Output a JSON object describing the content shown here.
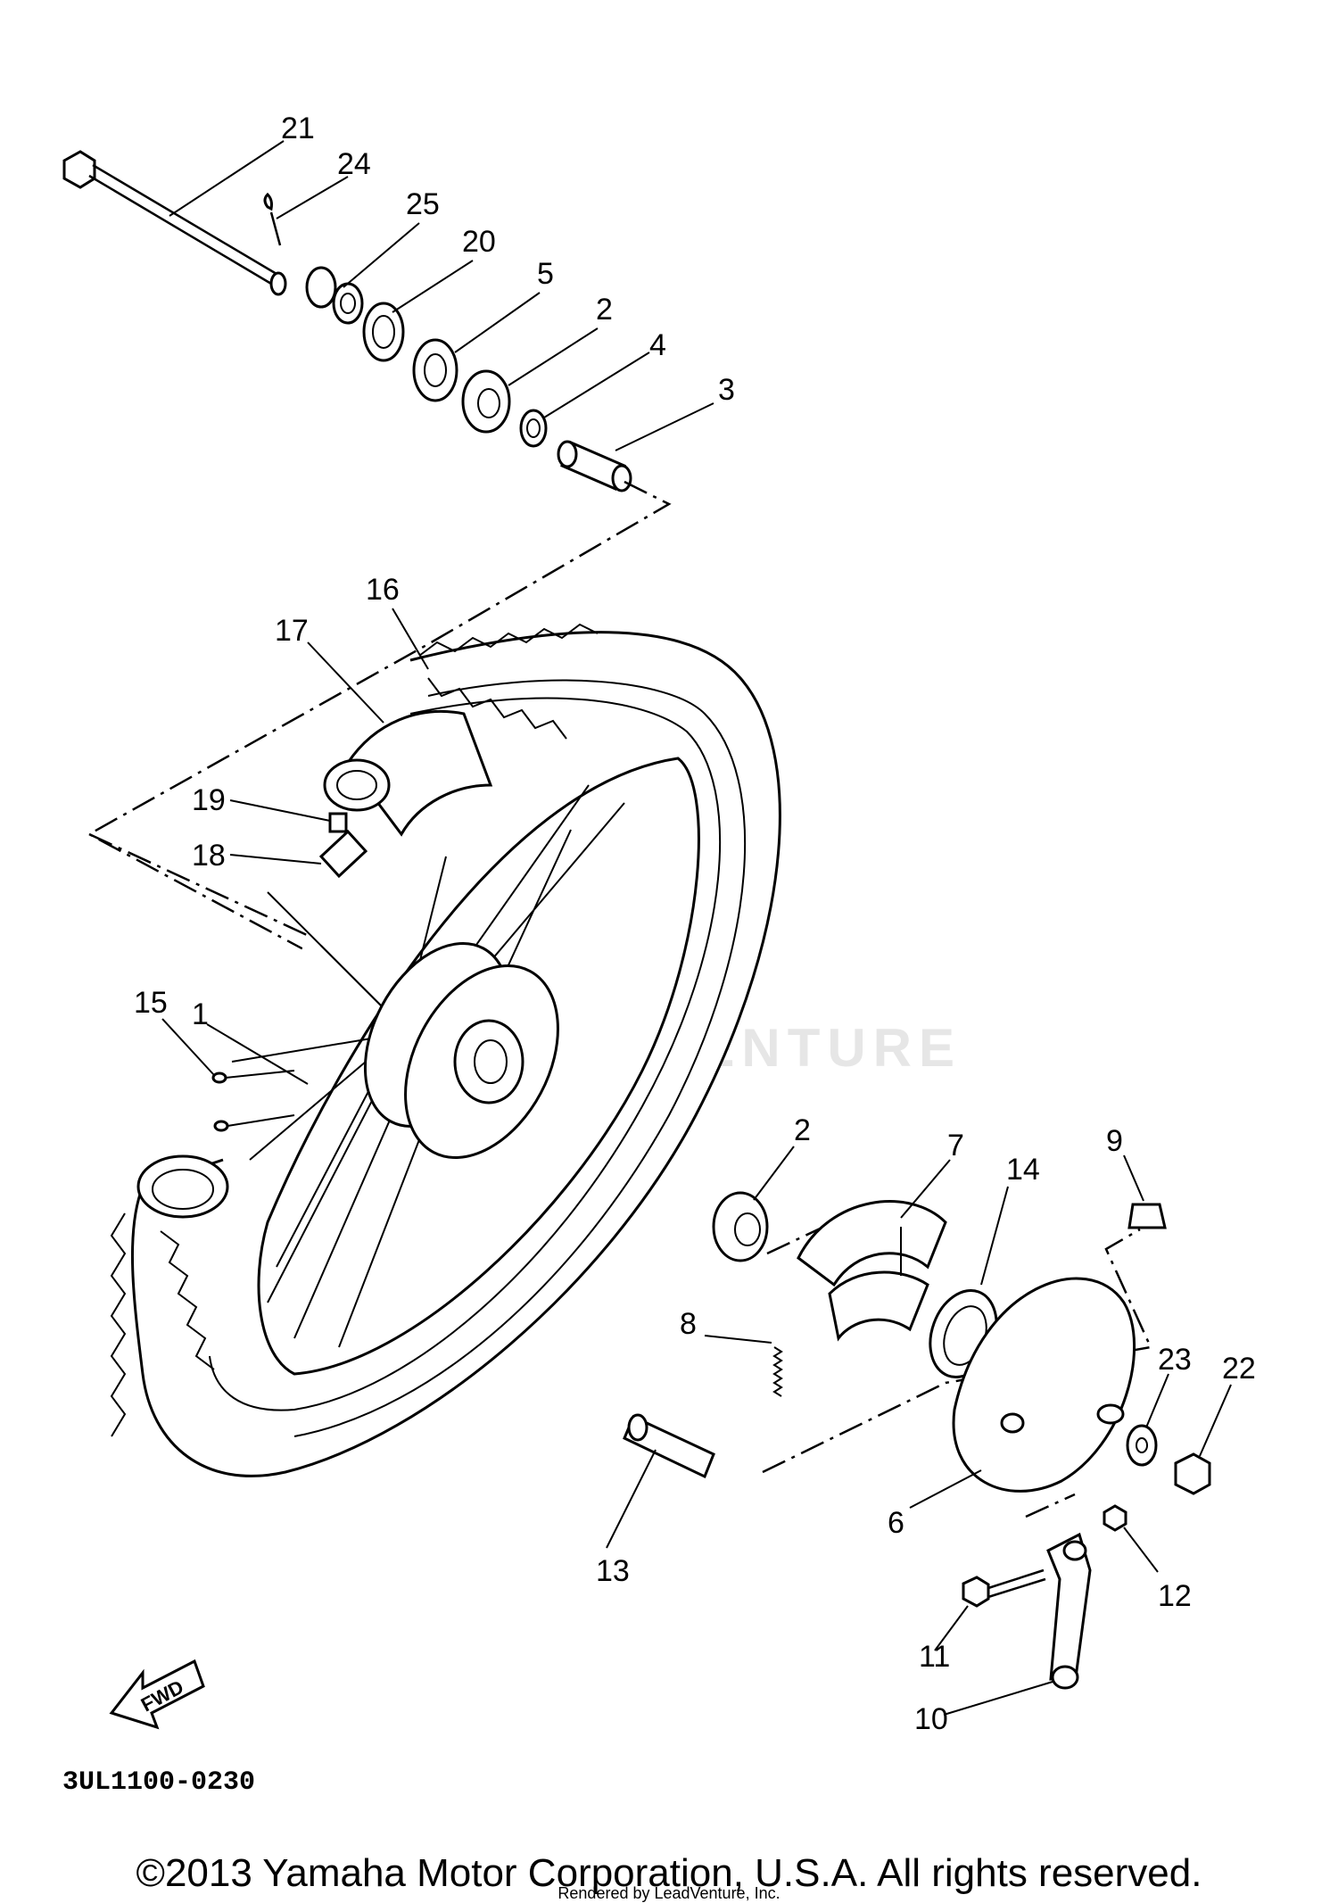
{
  "diagram": {
    "code": "3UL1100-0230",
    "fwd_label": "FWD",
    "watermark": "LEADVENTURE",
    "copyright": "©2013 Yamaha Motor Corporation, U.S.A. All rights reserved.",
    "rendered_by": "Rendered by LeadVenture, Inc.",
    "callouts": [
      {
        "id": "c21",
        "text": "21"
      },
      {
        "id": "c24",
        "text": "24"
      },
      {
        "id": "c25",
        "text": "25"
      },
      {
        "id": "c20",
        "text": "20"
      },
      {
        "id": "c5",
        "text": "5"
      },
      {
        "id": "c2a",
        "text": "2"
      },
      {
        "id": "c4",
        "text": "4"
      },
      {
        "id": "c3",
        "text": "3"
      },
      {
        "id": "c16",
        "text": "16"
      },
      {
        "id": "c17",
        "text": "17"
      },
      {
        "id": "c19",
        "text": "19"
      },
      {
        "id": "c18",
        "text": "18"
      },
      {
        "id": "c1",
        "text": "1"
      },
      {
        "id": "c15",
        "text": "15"
      },
      {
        "id": "c2b",
        "text": "2"
      },
      {
        "id": "c7",
        "text": "7"
      },
      {
        "id": "c14",
        "text": "14"
      },
      {
        "id": "c9",
        "text": "9"
      },
      {
        "id": "c8",
        "text": "8"
      },
      {
        "id": "c23",
        "text": "23"
      },
      {
        "id": "c22",
        "text": "22"
      },
      {
        "id": "c13",
        "text": "13"
      },
      {
        "id": "c6",
        "text": "6"
      },
      {
        "id": "c12",
        "text": "12"
      },
      {
        "id": "c11",
        "text": "11"
      },
      {
        "id": "c10",
        "text": "10"
      }
    ]
  }
}
